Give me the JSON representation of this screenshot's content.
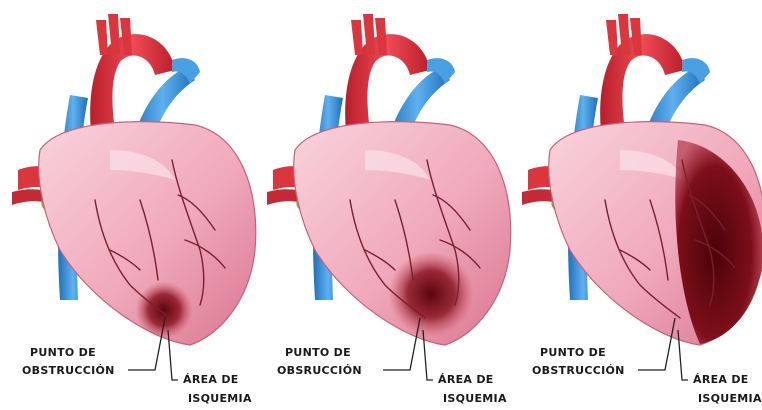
{
  "panels": [
    {
      "id": "panel-1",
      "obstruction_label_line1": "PUNTO DE",
      "obstruction_label_line2": "OBSTRUCCIÓN",
      "ischemia_label_line1": "ÁREA DE",
      "ischemia_label_line2": "ISQUEMIA",
      "ischemia_extent": 0.15
    },
    {
      "id": "panel-2",
      "obstruction_label_line1": "PUNTO DE",
      "obstruction_label_line2": "OBSRUCCIÓN",
      "ischemia_label_line1": "ÁREA DE",
      "ischemia_label_line2": "ISQUEMIA",
      "ischemia_extent": 0.35
    },
    {
      "id": "panel-3",
      "obstruction_label_line1": "PUNTO DE",
      "obstruction_label_line2": "OBSTRUCCIÓN",
      "ischemia_label_line1": "ÁREA DE",
      "ischemia_label_line2": "ISQUEMIA",
      "ischemia_extent": 1.0
    }
  ],
  "colors": {
    "myocardium": "#f2b3c3",
    "myocardium_shade": "#e48aa3",
    "aorta": "#d9363e",
    "vena": "#3d8fd6",
    "fat": "#d8b04a",
    "vessels": "#7a1f2e",
    "ischemia": "#6e0a12"
  }
}
